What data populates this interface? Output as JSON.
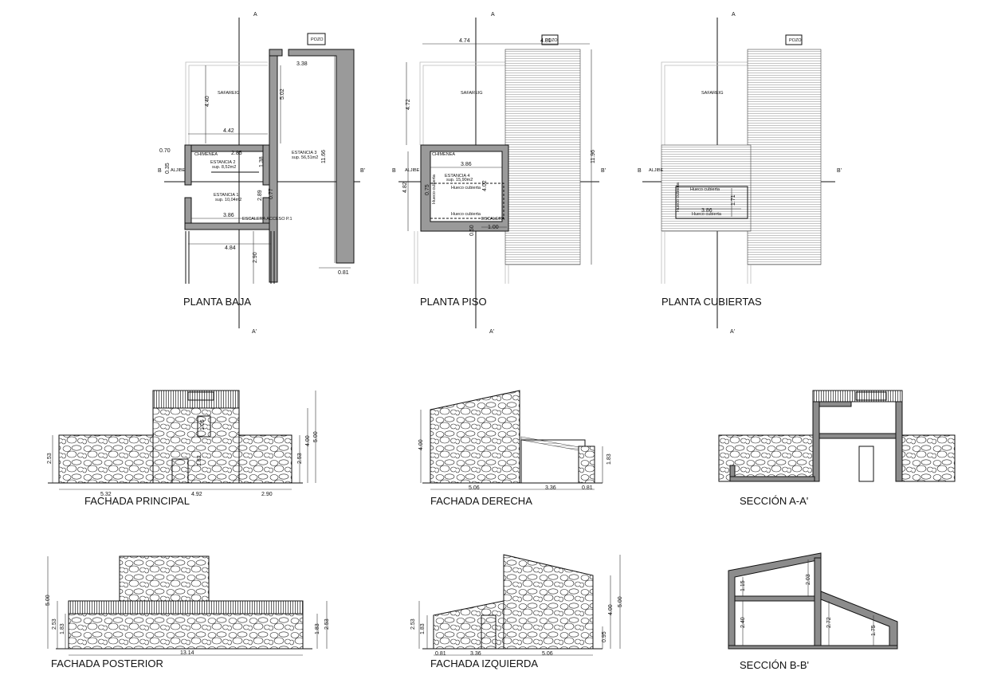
{
  "drawings": {
    "planta_baja": {
      "title": "PLANTA BAJA",
      "rooms": {
        "safareig": "SAFAREIG",
        "estancia2": "ESTANCIA 2",
        "estancia2_area": "sup. 8,52m2",
        "estancia1": "ESTANCIA 1",
        "estancia1_area": "sup. 10,04m2",
        "estancia3": "ESTANCIA 3",
        "estancia3_area": "sup. 56,51m2",
        "chimenea": "CHIMENEA",
        "aljibe": "ALJIBE",
        "escalera": "ESCALERA ACCESO P.1",
        "pozo": "POZO"
      },
      "dims": [
        "3.38",
        "4.40",
        "5.02",
        "4.42",
        "0.70",
        "2.85",
        "1.38",
        "0.35",
        "11.66",
        "2.89",
        "0.77",
        "3.86",
        "4.84",
        "2.90",
        "0.81"
      ]
    },
    "planta_piso": {
      "title": "PLANTA PISO",
      "rooms": {
        "safareig": "SAFAREIG",
        "chimenea": "CHIMENEA",
        "aljibe": "ALJIBE",
        "estancia4": "ESTANCIA 4",
        "estancia4_area": "sup. 15,90m2",
        "hueco1": "Hueco cubierta",
        "hueco2": "Hueco cubierta",
        "hueco3": "Hueco cubierta",
        "escalera": "ESCALERA",
        "pozo": "POZO"
      },
      "dims": [
        "4.74",
        "4.81",
        "4.72",
        "11.96",
        "3.86",
        "4.02",
        "4.82",
        "0.75",
        "0.50",
        "1.00"
      ]
    },
    "planta_cubiertas": {
      "title": "PLANTA CUBIERTAS",
      "rooms": {
        "safareig": "SAFAREIG",
        "aljibe": "ALJIBE",
        "pozo": "POZO",
        "hueco1": "Hueco cubierta",
        "hueco2": "Hueco cubierta",
        "hueco3": "Hueco cubierta"
      },
      "dims": [
        "1.71",
        "3.86"
      ]
    },
    "fachada_principal": {
      "title": "FACHADA PRINCIPAL",
      "dims": [
        "2.53",
        "1.05",
        "1.82",
        "2.53",
        "4.00",
        "5.00",
        "5.32",
        "4.92",
        "2.90"
      ]
    },
    "fachada_derecha": {
      "title": "FACHADA DERECHA",
      "dims": [
        "4.00",
        "1.83",
        "5.06",
        "3.36",
        "0.81"
      ]
    },
    "seccion_aa": {
      "title": "SECCIÓN A-A'"
    },
    "fachada_posterior": {
      "title": "FACHADA POSTERIOR",
      "dims": [
        "5.00",
        "2.53",
        "1.83",
        "1.83",
        "2.53",
        "13.14"
      ]
    },
    "fachada_izquierda": {
      "title": "FACHADA IZQUIERDA",
      "dims": [
        "2.53",
        "1.83",
        "4.00",
        "5.00",
        "0.95",
        "0.81",
        "3.36",
        "5.06"
      ]
    },
    "seccion_bb": {
      "title": "SECCIÓN B-B'",
      "dims": [
        "1.15",
        "2.03",
        "2.40",
        "2.72",
        "1.75"
      ]
    }
  },
  "axes": {
    "a": "A",
    "a_prime": "A'",
    "b": "B",
    "b_prime": "B'"
  }
}
